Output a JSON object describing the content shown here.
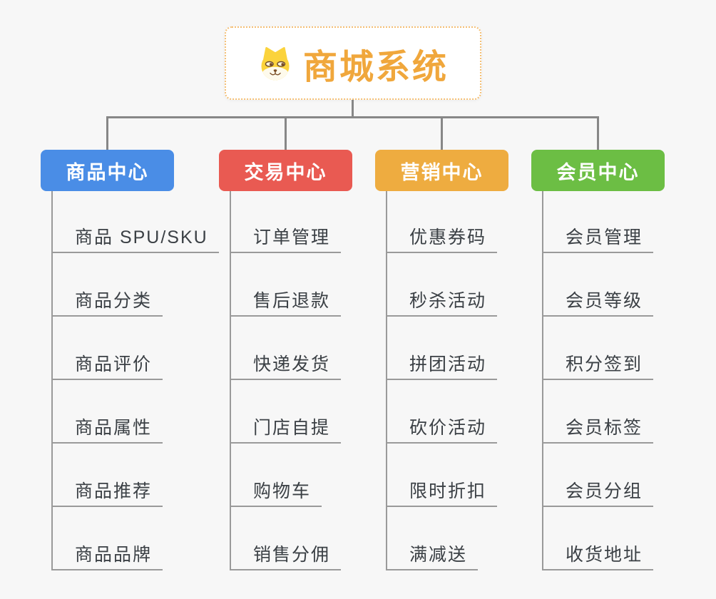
{
  "canvas": {
    "background": "#f7f7f7"
  },
  "root": {
    "title": "商城系统",
    "title_color": "#f0a73c",
    "border_color": "#f4bf74",
    "icon": "dog-face-icon"
  },
  "connectors": {
    "tree_line_color": "#878787",
    "child_line_color": "#9a9a9a"
  },
  "colors": {
    "leaf_text": "#3b4045"
  },
  "branches": [
    {
      "label": "商品中心",
      "color": "#4a8de6",
      "children": [
        "商品 SPU/SKU",
        "商品分类",
        "商品评价",
        "商品属性",
        "商品推荐",
        "商品品牌"
      ]
    },
    {
      "label": "交易中心",
      "color": "#e95a52",
      "children": [
        "订单管理",
        "售后退款",
        "快递发货",
        "门店自提",
        "购物车",
        "销售分佣"
      ]
    },
    {
      "label": "营销中心",
      "color": "#eeac40",
      "children": [
        "优惠券码",
        "秒杀活动",
        "拼团活动",
        "砍价活动",
        "限时折扣",
        "满减送"
      ]
    },
    {
      "label": "会员中心",
      "color": "#6cbe44",
      "children": [
        "会员管理",
        "会员等级",
        "积分签到",
        "会员标签",
        "会员分组",
        "收货地址"
      ]
    }
  ]
}
